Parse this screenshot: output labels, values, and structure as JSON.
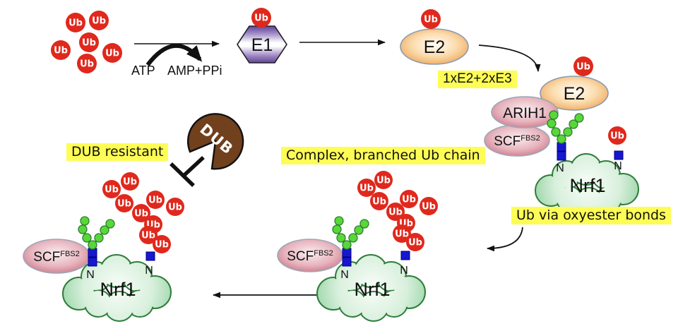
{
  "labels": {
    "ub": "Ub",
    "e1": "E1",
    "e2": "E2",
    "arih1": "ARIH1",
    "scf": "SCF",
    "scf_sup": "FBS2",
    "nrf1": "Nrf1",
    "n": "N",
    "dub": "DUB",
    "atp": "ATP",
    "amp_ppi": "AMP+PPi"
  },
  "annotations": {
    "e2_e3_stoichiometry": "1xE2+2xE3",
    "dub_resistant": "DUB resistant",
    "branched_chain": "Complex, branched Ub chain",
    "oxyester": "Ub via oxyester bonds"
  },
  "colors": {
    "ub_red": "#e0281c",
    "highlight_yellow": "#fdfd55",
    "e1_purple": "#5f4398",
    "e2_orange": "#ec9f4e",
    "e3_pink": "#c5687a",
    "nrf1_green": "#93d2a2",
    "glycan_green": "#58d838",
    "glycan_blue": "#1717cf",
    "dub_brown": "#71401c",
    "arrow_black": "#111111"
  }
}
